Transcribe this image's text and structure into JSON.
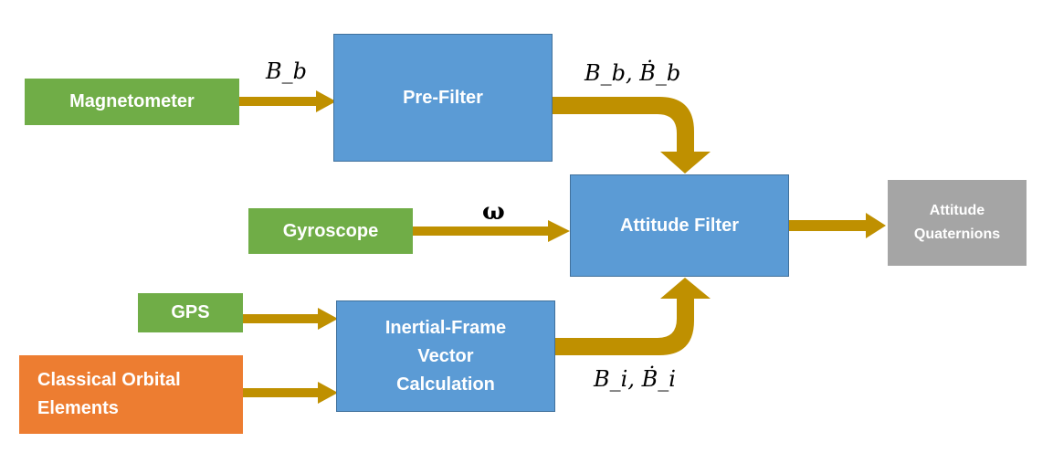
{
  "colors": {
    "input_box": "#70ad47",
    "orbital_box": "#ed7d31",
    "process_box": "#5b9bd5",
    "output_box": "#a5a5a5",
    "arrow": "#bf9000"
  },
  "nodes": {
    "magnetometer": "Magnetometer",
    "gyroscope": "Gyroscope",
    "gps": "GPS",
    "orbital": "Classical Orbital\nElements",
    "prefilter": "Pre-Filter",
    "attitude_filter": "Attitude Filter",
    "inertial": "Inertial-Frame\nVector\nCalculation",
    "output": "Attitude\nQuaternions"
  },
  "edge_labels": {
    "magnetometer_to_prefilter": "B_b",
    "prefilter_to_attitude": "B_b, Ḃ_b",
    "gyroscope_to_attitude": "ω",
    "inertial_to_attitude": "B_i, Ḃ_i"
  }
}
